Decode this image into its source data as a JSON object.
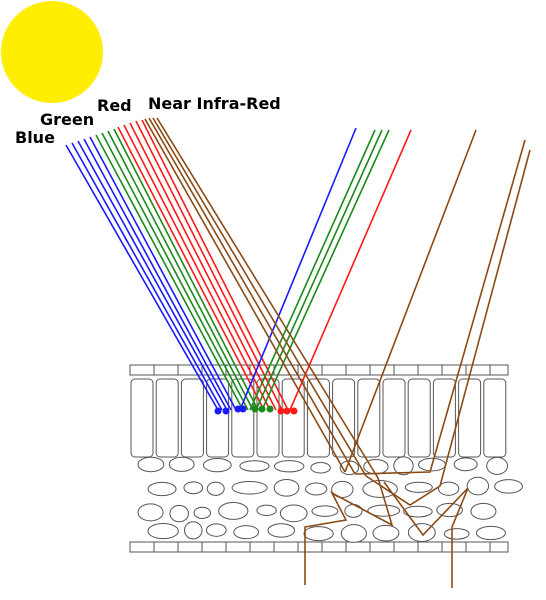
{
  "labels": {
    "blue": "Blue",
    "green": "Green",
    "red": "Red",
    "nir": "Near Infra-Red"
  },
  "colors": {
    "sun": "#ffee00",
    "blue": "#1a1aff",
    "green": "#1a8a1a",
    "red": "#ff1a1a",
    "nir": "#8b4a14",
    "outline": "#555555"
  }
}
